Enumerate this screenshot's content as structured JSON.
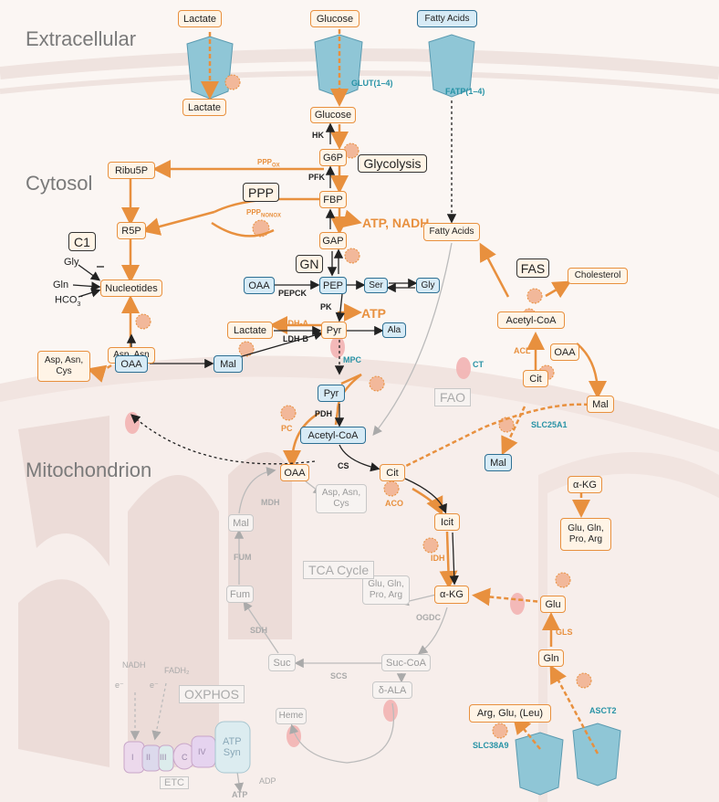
{
  "regions": {
    "extracellular": "Extracellular",
    "cytosol": "Cytosol",
    "mitochondrion": "Mitochondrion"
  },
  "transport": {
    "lactate_out": "Lactate",
    "lactate_in": "Lactate",
    "glucose_out": "Glucose",
    "glucose_in": "Glucose",
    "glut": "GLUT(1–4)",
    "fa_out": "Fatty Acids",
    "fatp": "FATP(1–4)",
    "arg_glu_leu": "Arg, Glu, (Leu)",
    "slc38a9": "SLC38A9",
    "asct2": "ASCT2"
  },
  "cytosol": {
    "g6p": "G6P",
    "glycolysis": "Glycolysis",
    "hk": "HK",
    "pfk": "PFK",
    "fbp": "FBP",
    "gap": "GAP",
    "atp_nadh": "ATP, NADH",
    "gn": "GN",
    "pep": "PEP",
    "pepck": "PEPCK",
    "pk": "PK",
    "pyr": "Pyr",
    "atp": "ATP",
    "ser": "Ser",
    "gly": "Gly",
    "ala": "Ala",
    "lactate": "Lactate",
    "ldha": "LDH-A",
    "ldhb": "LDH-B",
    "oaa_blue": "OAA",
    "ribu5p": "Ribu5P",
    "r5p": "R5P",
    "ppp": "PPP",
    "ppp_ox": "PPP",
    "ppp_ox_sub": "OX",
    "ppp_nonox": "PPP",
    "ppp_nonox_sub": "NONOX",
    "c1": "C1",
    "gly_in": "Gly",
    "gln_in": "Gln",
    "hco3": "HCO",
    "hco3_sub": "3",
    "hco3_sup": "-",
    "nucleotides": "Nucleotides",
    "asp_asn": "Asp, Asn",
    "asp_asn_cys": "Asp, Asn, Cys",
    "oaa": "OAA",
    "mal": "Mal",
    "fatty_acids": "Fatty Acids",
    "fas": "FAS",
    "cholesterol": "Cholesterol",
    "acetyl_coa": "Acetyl-CoA",
    "acl": "ACL",
    "cit": "Cit",
    "oaa2": "OAA",
    "mal2": "Mal",
    "mal3": "Mal",
    "slc25a1": "SLC25A1"
  },
  "mito": {
    "mpc": "MPC",
    "ct": "CT",
    "pyr": "Pyr",
    "pdh": "PDH",
    "acetyl_coa": "Acetyl-CoA",
    "fao": "FAO",
    "pc": "PC",
    "oaa": "OAA",
    "cs": "CS",
    "cit": "Cit",
    "aco": "ACO",
    "icit": "Icit",
    "idh": "IDH",
    "akg": "α-KG",
    "akg_cyt": "α-KG",
    "glu_gln_pro_arg": "Glu, Gln,\nPro, Arg",
    "glu_gln_pro_arg_g": "Glu, Gln,\nPro, Arg",
    "ogdc": "OGDC",
    "glu": "Glu",
    "gls": "GLS",
    "gln": "Gln",
    "asp_asn_cys_g": "Asp, Asn,\nCys",
    "mdh": "MDH",
    "mal": "Mal",
    "fum_lbl": "FUM",
    "fum": "Fum",
    "sdh": "SDH",
    "suc": "Suc",
    "scs": "SCS",
    "suc_coa": "Suc-CoA",
    "d_ala": "δ-ALA",
    "heme": "Heme",
    "tca": "TCA Cycle",
    "oxphos": "OXPHOS",
    "nadh": "NADH",
    "fadh2": "FADH₂",
    "e1": "e⁻",
    "e2": "e⁻",
    "c_i": "I",
    "c_ii": "II",
    "c_iii": "III",
    "c_c": "C",
    "c_iv": "IV",
    "atp_syn": "ATP\nSyn",
    "etc": "ETC",
    "atp": "ATP",
    "adp": "ADP"
  },
  "colors": {
    "orange": "#e8903e",
    "blue": "#2d6f93",
    "teal": "#2893a6",
    "grey": "#aaaaaa"
  }
}
